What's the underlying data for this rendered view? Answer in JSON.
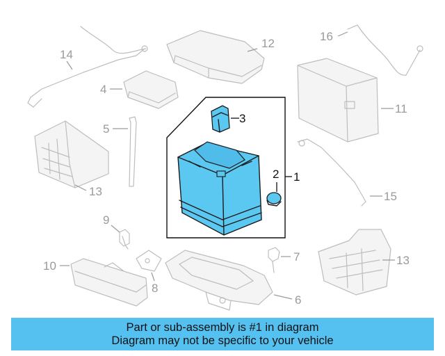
{
  "diagram": {
    "callouts": [
      "1",
      "2",
      "3",
      "4",
      "5",
      "6",
      "7",
      "8",
      "9",
      "10",
      "11",
      "12",
      "13",
      "13",
      "14",
      "15",
      "16"
    ],
    "highlight_color": "#5bc8f2",
    "ghost_color": "#bdbdbd"
  },
  "banner": {
    "line1": "Part or sub-assembly is #1 in diagram",
    "line2": "Diagram may not be specific to your vehicle",
    "background": "#55c1f0"
  }
}
